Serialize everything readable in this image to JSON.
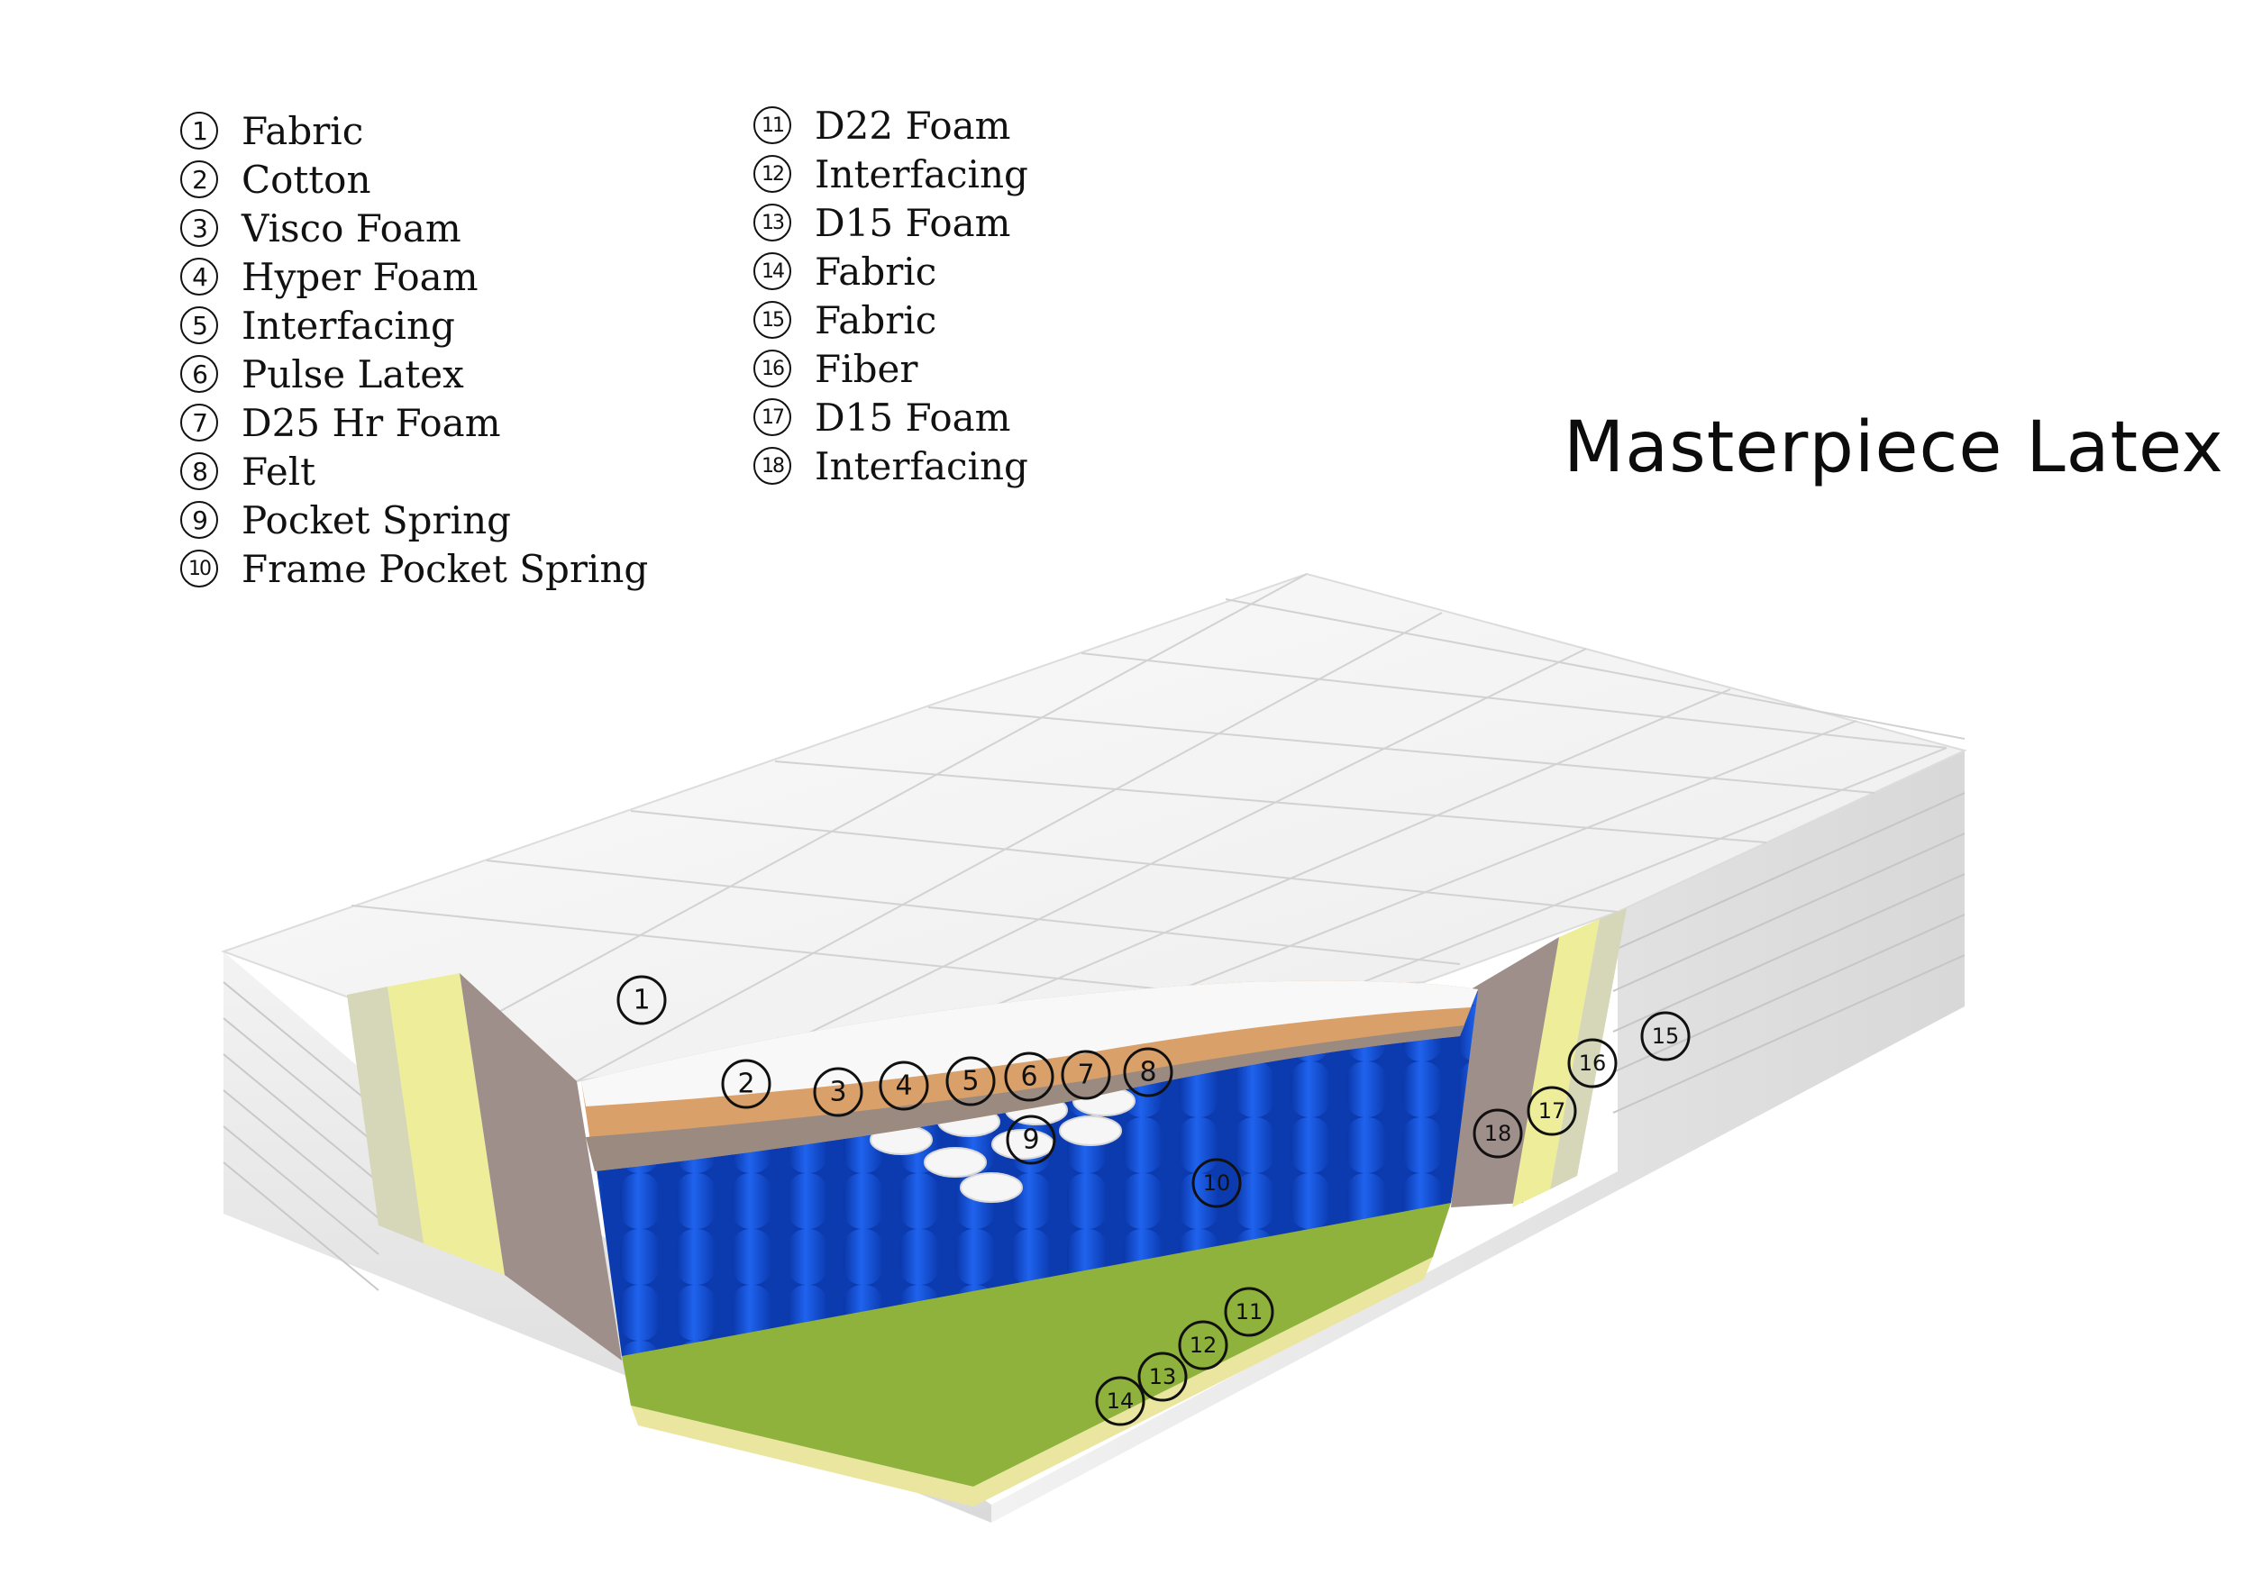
{
  "title": "Masterpiece Latex",
  "legend": {
    "col1": [
      {
        "num": "1",
        "label": "Fabric"
      },
      {
        "num": "2",
        "label": "Cotton"
      },
      {
        "num": "3",
        "label": "Visco Foam"
      },
      {
        "num": "4",
        "label": "Hyper Foam"
      },
      {
        "num": "5",
        "label": "Interfacing"
      },
      {
        "num": "6",
        "label": "Pulse Latex"
      },
      {
        "num": "7",
        "label": "D25 Hr Foam"
      },
      {
        "num": "8",
        "label": "Felt"
      },
      {
        "num": "9",
        "label": "Pocket Spring"
      },
      {
        "num": "10",
        "label": "Frame Pocket Spring"
      }
    ],
    "col2": [
      {
        "num": "11",
        "label": "D22 Foam"
      },
      {
        "num": "12",
        "label": "Interfacing"
      },
      {
        "num": "13",
        "label": "D15 Foam"
      },
      {
        "num": "14",
        "label": "Fabric"
      },
      {
        "num": "15",
        "label": "Fabric"
      },
      {
        "num": "16",
        "label": "Fiber"
      },
      {
        "num": "17",
        "label": "D15 Foam"
      },
      {
        "num": "18",
        "label": "Interfacing"
      }
    ]
  },
  "callouts": [
    "1",
    "2",
    "3",
    "4",
    "5",
    "6",
    "7",
    "8",
    "9",
    "10",
    "11",
    "12",
    "13",
    "14",
    "15",
    "16",
    "17",
    "18"
  ],
  "colors": {
    "spring_blue": "#1450d8",
    "base_foam_green": "#8fb23c",
    "fiber_yellow": "#eded9a",
    "interfacing_taupe": "#9e8f8a",
    "fabric_white": "#f4f4f4"
  }
}
